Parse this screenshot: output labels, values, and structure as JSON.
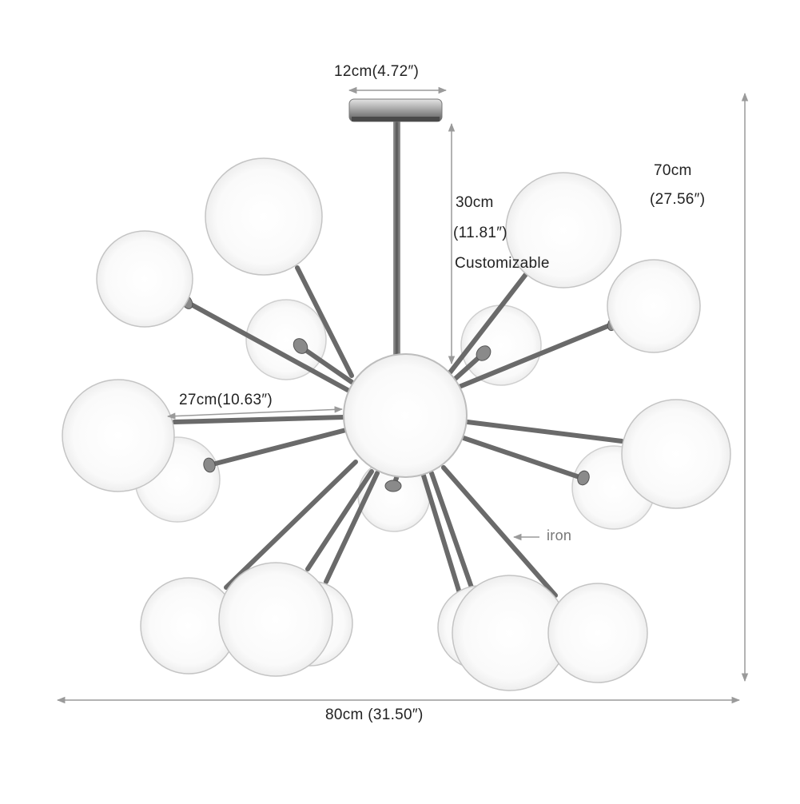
{
  "dimensions": {
    "canopy_width": "12cm(4.72″)",
    "rod_length": "30cm",
    "rod_length_inch": "(11.81″)",
    "rod_note": "Customizable",
    "total_height": "70cm",
    "total_height_inch": "(27.56″)",
    "arm_length": "27cm(10.63″)",
    "total_width": "80cm (31.50″)"
  },
  "material": {
    "label": "iron"
  },
  "colors": {
    "line": "#9a9a9a",
    "metal": "#6f6f6f",
    "globe_stroke": "#c8c8c8",
    "globe_fill": "#fdfdfd",
    "text": "#222222"
  }
}
